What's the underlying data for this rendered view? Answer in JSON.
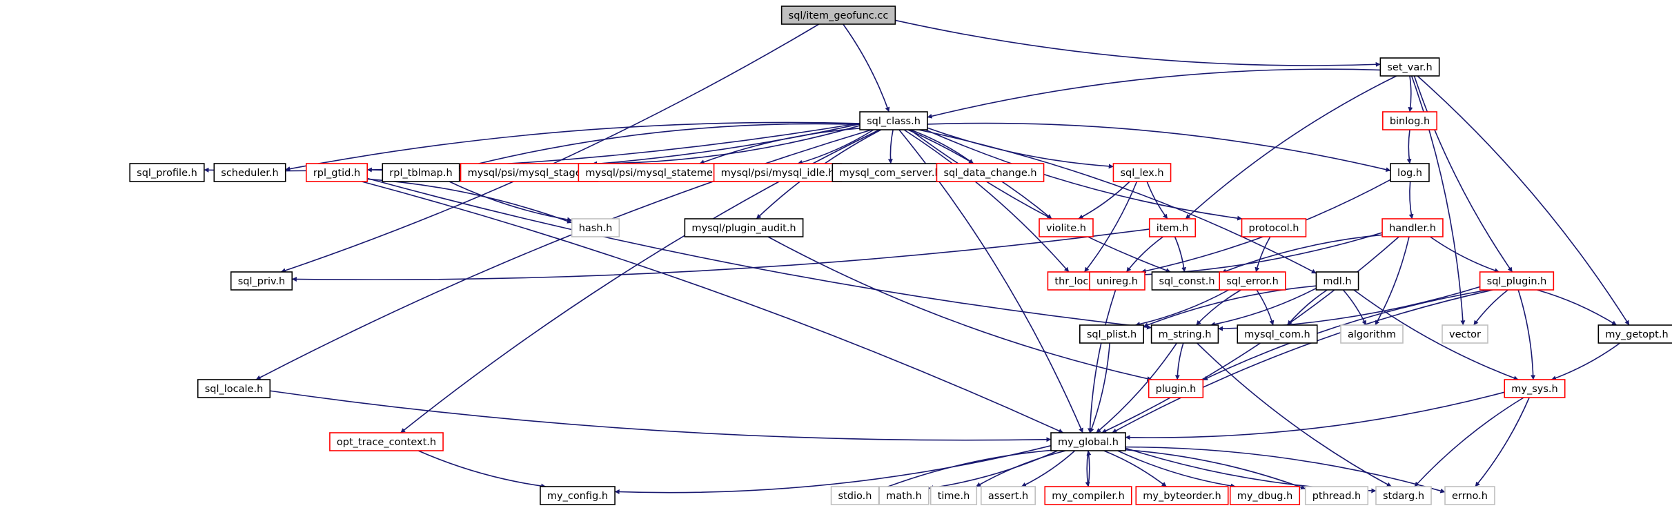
{
  "colors": {
    "edge": "#191970",
    "root_fill": "#bfbfbf",
    "red_border": "#ff0000",
    "gray_border": "#bfbfbf",
    "black_border": "#000000"
  },
  "nodes": [
    {
      "id": "root",
      "label": "sql/item_geofunc.cc",
      "style": "root"
    },
    {
      "id": "set_var",
      "label": "set_var.h",
      "style": "documented"
    },
    {
      "id": "sql_class",
      "label": "sql_class.h",
      "style": "documented"
    },
    {
      "id": "binlog",
      "label": "binlog.h",
      "style": "redborder"
    },
    {
      "id": "sql_profile",
      "label": "sql_profile.h",
      "style": "documented"
    },
    {
      "id": "scheduler",
      "label": "scheduler.h",
      "style": "documented"
    },
    {
      "id": "rpl_gtid",
      "label": "rpl_gtid.h",
      "style": "redborder"
    },
    {
      "id": "rpl_tblmap",
      "label": "rpl_tblmap.h",
      "style": "documented"
    },
    {
      "id": "mysql_stage",
      "label": "mysql/psi/mysql_stage.h",
      "style": "redborder"
    },
    {
      "id": "mysql_statement",
      "label": "mysql/psi/mysql_statement.h",
      "style": "redborder"
    },
    {
      "id": "mysql_idle",
      "label": "mysql/psi/mysql_idle.h",
      "style": "redborder"
    },
    {
      "id": "mysql_com_server",
      "label": "mysql_com_server.h",
      "style": "documented"
    },
    {
      "id": "sql_data_change",
      "label": "sql_data_change.h",
      "style": "redborder"
    },
    {
      "id": "sql_lex",
      "label": "sql_lex.h",
      "style": "redborder"
    },
    {
      "id": "log",
      "label": "log.h",
      "style": "documented"
    },
    {
      "id": "hash",
      "label": "hash.h",
      "style": "external"
    },
    {
      "id": "plugin_audit",
      "label": "mysql/plugin_audit.h",
      "style": "documented"
    },
    {
      "id": "violite",
      "label": "violite.h",
      "style": "redborder"
    },
    {
      "id": "item",
      "label": "item.h",
      "style": "redborder"
    },
    {
      "id": "protocol",
      "label": "protocol.h",
      "style": "redborder"
    },
    {
      "id": "handler",
      "label": "handler.h",
      "style": "redborder"
    },
    {
      "id": "sql_priv",
      "label": "sql_priv.h",
      "style": "documented"
    },
    {
      "id": "thr_lock",
      "label": "thr_lock.h",
      "style": "redborder"
    },
    {
      "id": "unireg",
      "label": "unireg.h",
      "style": "redborder"
    },
    {
      "id": "sql_const",
      "label": "sql_const.h",
      "style": "documented"
    },
    {
      "id": "sql_error",
      "label": "sql_error.h",
      "style": "redborder"
    },
    {
      "id": "mdl",
      "label": "mdl.h",
      "style": "documented"
    },
    {
      "id": "sql_plugin",
      "label": "sql_plugin.h",
      "style": "redborder"
    },
    {
      "id": "sql_plist",
      "label": "sql_plist.h",
      "style": "documented"
    },
    {
      "id": "m_string",
      "label": "m_string.h",
      "style": "documented"
    },
    {
      "id": "mysql_com",
      "label": "mysql_com.h",
      "style": "documented"
    },
    {
      "id": "algorithm",
      "label": "algorithm",
      "style": "external"
    },
    {
      "id": "vector",
      "label": "vector",
      "style": "external"
    },
    {
      "id": "my_getopt",
      "label": "my_getopt.h",
      "style": "documented"
    },
    {
      "id": "sql_locale",
      "label": "sql_locale.h",
      "style": "documented"
    },
    {
      "id": "plugin",
      "label": "plugin.h",
      "style": "redborder"
    },
    {
      "id": "my_sys",
      "label": "my_sys.h",
      "style": "redborder"
    },
    {
      "id": "opt_trace_context",
      "label": "opt_trace_context.h",
      "style": "redborder"
    },
    {
      "id": "my_global",
      "label": "my_global.h",
      "style": "documented"
    },
    {
      "id": "my_config",
      "label": "my_config.h",
      "style": "documented"
    },
    {
      "id": "stdio",
      "label": "stdio.h",
      "style": "external"
    },
    {
      "id": "math",
      "label": "math.h",
      "style": "external"
    },
    {
      "id": "time",
      "label": "time.h",
      "style": "external"
    },
    {
      "id": "assert",
      "label": "assert.h",
      "style": "external"
    },
    {
      "id": "my_compiler",
      "label": "my_compiler.h",
      "style": "redborder"
    },
    {
      "id": "my_byteorder",
      "label": "my_byteorder.h",
      "style": "redborder"
    },
    {
      "id": "my_dbug",
      "label": "my_dbug.h",
      "style": "redborder"
    },
    {
      "id": "pthread",
      "label": "pthread.h",
      "style": "external"
    },
    {
      "id": "stdarg",
      "label": "stdarg.h",
      "style": "external"
    },
    {
      "id": "errno",
      "label": "errno.h",
      "style": "external"
    }
  ],
  "edges": [
    [
      "root",
      "sql_class"
    ],
    [
      "root",
      "set_var"
    ],
    [
      "root",
      "sql_priv"
    ],
    [
      "set_var",
      "sql_class"
    ],
    [
      "set_var",
      "binlog"
    ],
    [
      "set_var",
      "item"
    ],
    [
      "set_var",
      "vector"
    ],
    [
      "set_var",
      "sql_plugin"
    ],
    [
      "set_var",
      "my_getopt"
    ],
    [
      "binlog",
      "log"
    ],
    [
      "sql_class",
      "sql_profile"
    ],
    [
      "sql_class",
      "scheduler"
    ],
    [
      "sql_class",
      "rpl_gtid"
    ],
    [
      "sql_class",
      "rpl_tblmap"
    ],
    [
      "sql_class",
      "mysql_stage"
    ],
    [
      "sql_class",
      "mysql_statement"
    ],
    [
      "sql_class",
      "mysql_idle"
    ],
    [
      "sql_class",
      "mysql_com_server"
    ],
    [
      "sql_class",
      "sql_data_change"
    ],
    [
      "sql_class",
      "sql_lex"
    ],
    [
      "sql_class",
      "log"
    ],
    [
      "sql_class",
      "plugin_audit"
    ],
    [
      "sql_class",
      "violite"
    ],
    [
      "sql_class",
      "protocol"
    ],
    [
      "sql_class",
      "thr_lock"
    ],
    [
      "sql_class",
      "sql_const"
    ],
    [
      "sql_class",
      "mdl"
    ],
    [
      "sql_class",
      "sql_locale"
    ],
    [
      "sql_class",
      "my_global"
    ],
    [
      "sql_class",
      "opt_trace_context"
    ],
    [
      "rpl_gtid",
      "hash"
    ],
    [
      "rpl_gtid",
      "m_string"
    ],
    [
      "rpl_gtid",
      "my_global"
    ],
    [
      "rpl_tblmap",
      "hash"
    ],
    [
      "sql_lex",
      "violite"
    ],
    [
      "sql_lex",
      "item"
    ],
    [
      "sql_lex",
      "thr_lock"
    ],
    [
      "log",
      "handler"
    ],
    [
      "log",
      "unireg"
    ],
    [
      "plugin_audit",
      "plugin"
    ],
    [
      "item",
      "sql_priv"
    ],
    [
      "item",
      "unireg"
    ],
    [
      "item",
      "sql_const"
    ],
    [
      "protocol",
      "sql_error"
    ],
    [
      "handler",
      "thr_lock"
    ],
    [
      "handler",
      "sql_const"
    ],
    [
      "handler",
      "algorithm"
    ],
    [
      "handler",
      "sql_plugin"
    ],
    [
      "handler",
      "my_global"
    ],
    [
      "unireg",
      "my_global"
    ],
    [
      "sql_error",
      "sql_plist"
    ],
    [
      "sql_error",
      "m_string"
    ],
    [
      "sql_error",
      "mysql_com"
    ],
    [
      "mdl",
      "sql_plist"
    ],
    [
      "mdl",
      "m_string"
    ],
    [
      "mdl",
      "mysql_com"
    ],
    [
      "mdl",
      "algorithm"
    ],
    [
      "mdl",
      "my_sys"
    ],
    [
      "sql_plugin",
      "m_string"
    ],
    [
      "sql_plugin",
      "vector"
    ],
    [
      "sql_plugin",
      "my_getopt"
    ],
    [
      "sql_plugin",
      "plugin"
    ],
    [
      "sql_plugin",
      "my_sys"
    ],
    [
      "sql_plugin",
      "my_global"
    ],
    [
      "sql_plist",
      "my_global"
    ],
    [
      "m_string",
      "plugin"
    ],
    [
      "m_string",
      "my_global"
    ],
    [
      "m_string",
      "stdarg"
    ],
    [
      "my_getopt",
      "my_sys"
    ],
    [
      "sql_locale",
      "my_global"
    ],
    [
      "my_sys",
      "my_global"
    ],
    [
      "my_sys",
      "stdarg"
    ],
    [
      "my_sys",
      "errno"
    ],
    [
      "opt_trace_context",
      "my_config"
    ],
    [
      "my_global",
      "my_config"
    ],
    [
      "my_global",
      "stdio"
    ],
    [
      "my_global",
      "math"
    ],
    [
      "my_global",
      "time"
    ],
    [
      "my_global",
      "assert"
    ],
    [
      "my_global",
      "my_compiler"
    ],
    [
      "my_global",
      "my_byteorder"
    ],
    [
      "my_global",
      "my_dbug"
    ],
    [
      "my_global",
      "pthread"
    ],
    [
      "my_global",
      "stdarg"
    ],
    [
      "my_global",
      "errno"
    ],
    [
      "my_compiler",
      "my_global"
    ]
  ]
}
